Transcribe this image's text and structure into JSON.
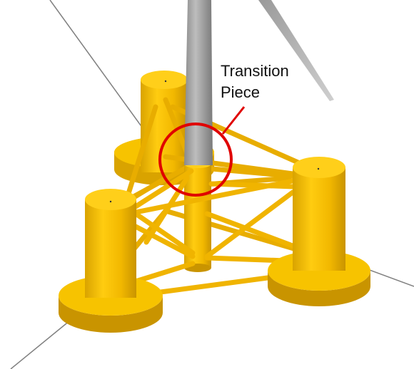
{
  "annotation": {
    "line1": "Transition",
    "line2": "Piece"
  },
  "colors": {
    "structure": "#f2b800",
    "structure_dark": "#c99400",
    "structure_light": "#ffcf1a",
    "tower": "#a6a6a6",
    "tower_dark": "#7e7e7e",
    "highlight_ring": "#e00000",
    "mooring_line": "#808080",
    "background": "#ffffff"
  },
  "icons": [
    "transition-piece-callout",
    "floating-platform"
  ]
}
